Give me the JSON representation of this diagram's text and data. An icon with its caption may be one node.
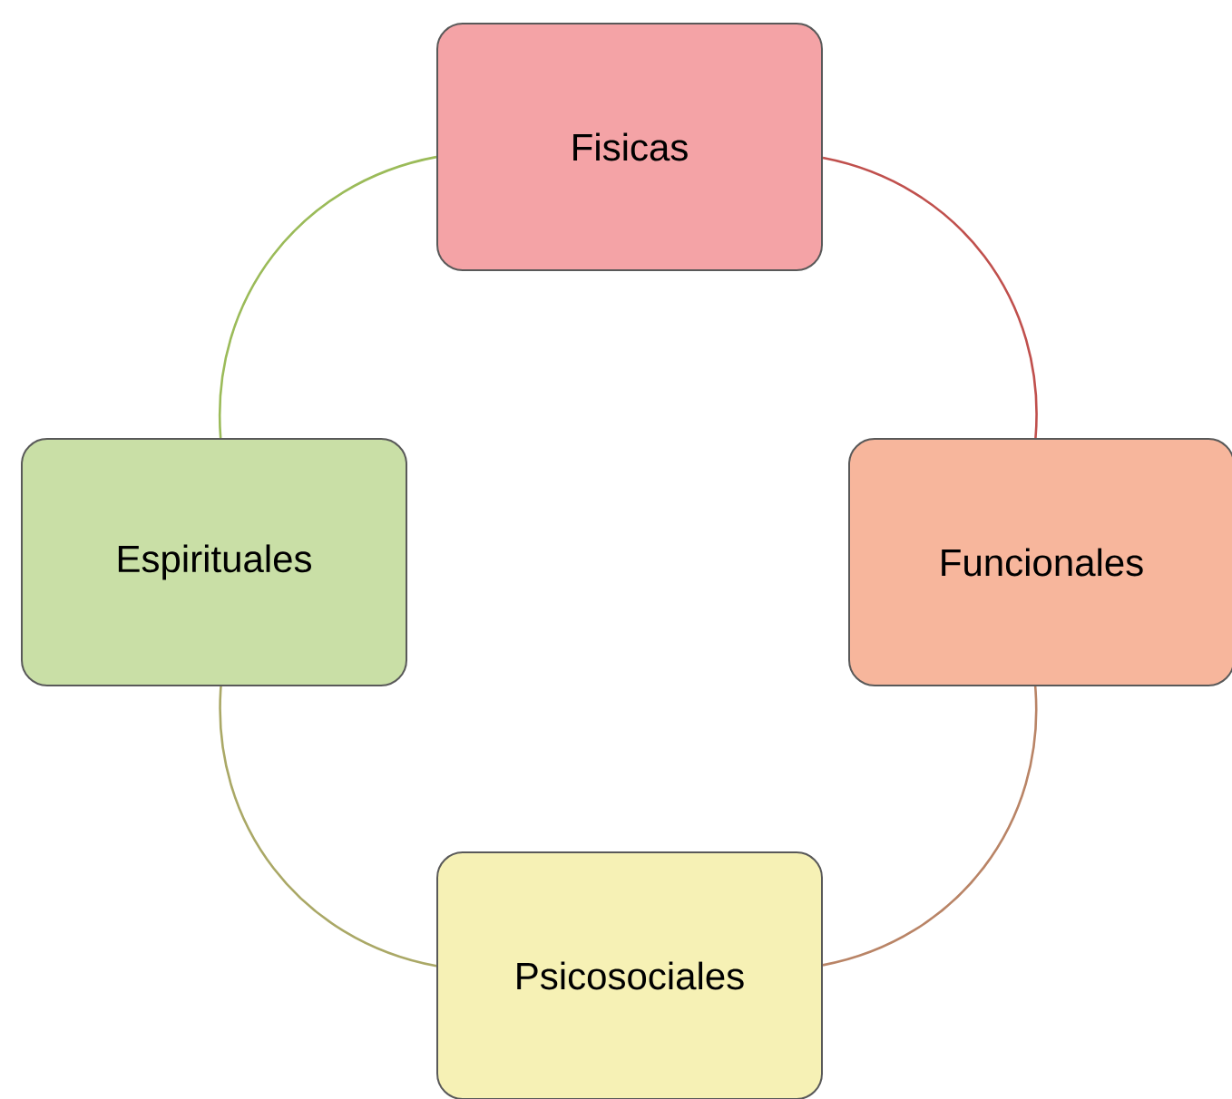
{
  "diagram": {
    "nodes": [
      {
        "text": [
          "Fisicas"
        ]
      },
      {
        "text": [
          "Espirituales"
        ]
      },
      {
        "text": [
          "Funcionales"
        ]
      },
      {
        "text": [
          "Psicosociales"
        ]
      }
    ],
    "edges": [
      {
        "from": 0,
        "to": 2,
        "arrow": "none",
        "color": "#c0504d"
      },
      {
        "from": 2,
        "to": 3,
        "arrow": "none",
        "color": "#b98466"
      },
      {
        "from": 3,
        "to": 1,
        "arrow": "none",
        "color": "#aaa866"
      },
      {
        "from": 1,
        "to": 0,
        "arrow": "none",
        "color": "#9bbb59"
      }
    ]
  }
}
